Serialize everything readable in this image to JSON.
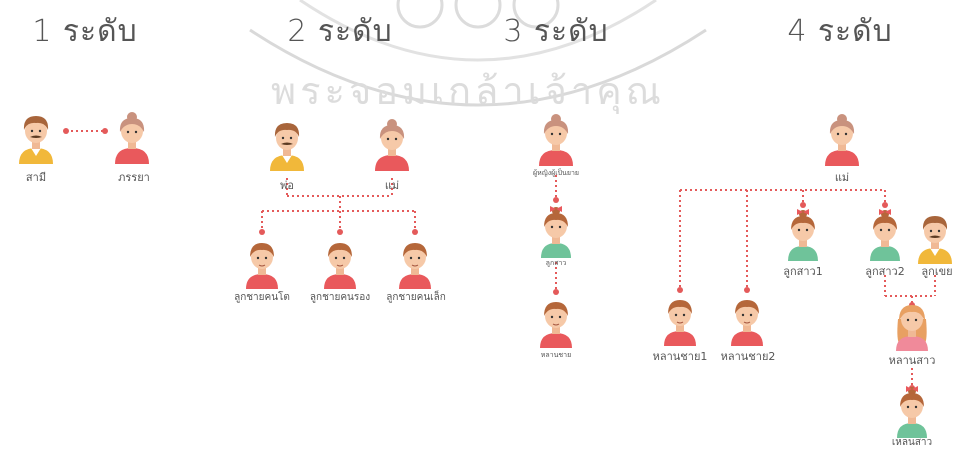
{
  "titles": {
    "level1": "1 ระดับ",
    "level2": "2 ระดับ",
    "level3": "3 ระดับ",
    "level4": "4 ระดับ"
  },
  "watermark": "พระจอมเกล้าเจ้าคุณ",
  "level1": {
    "husband": "สามี",
    "wife": "ภรรยา"
  },
  "level2": {
    "father": "พ่อ",
    "mother": "แม่",
    "eldest_son": "ลูกชายคนโต",
    "second_son": "ลูกชายคนรอง",
    "youngest_son": "ลูกชายคนเล็ก"
  },
  "level3": {
    "grandmother": "ผู้หญิงผู้เป็นยาย",
    "daughter": "ลูกสาว",
    "grandson": "หลานชาย"
  },
  "level4": {
    "mother": "แม่",
    "grandson1": "หลานชาย1",
    "grandson2": "หลานชาย2",
    "daughter1": "ลูกสาว1",
    "daughter2": "ลูกสาว2",
    "son_in_law": "ลูกเขย",
    "granddaughter": "หลานสาว",
    "great_granddaughter": "เหลนสาว"
  },
  "colors": {
    "connector": "#e45a5a",
    "skin": "#f6c9a8",
    "hair_brown": "#b5673a",
    "hair_gray": "#c9927e",
    "shirt_red": "#e9595c",
    "shirt_yellow": "#f1b83a",
    "shirt_green": "#6fc39a",
    "shirt_pink": "#f08a9a"
  }
}
